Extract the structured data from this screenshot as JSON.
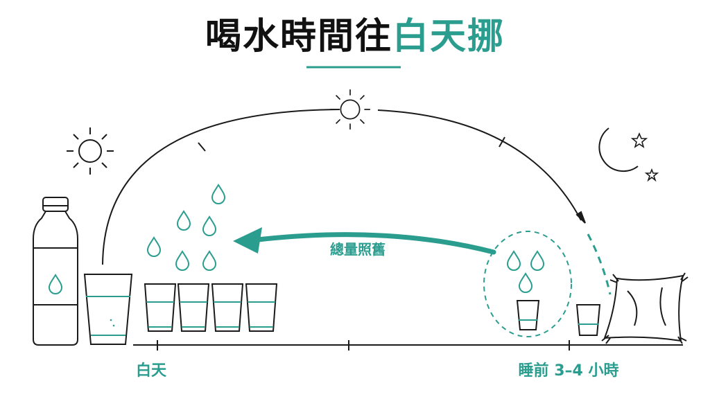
{
  "title": {
    "part_dark": "喝水時間往",
    "part_accent": "白天挪"
  },
  "labels": {
    "total_same": "總量照舊",
    "daytime": "白天",
    "before_sleep": "睡前 3–4 小時"
  },
  "colors": {
    "accent": "#2a9d8f",
    "ink": "#1a1a1a"
  },
  "icons": [
    "sun-icon",
    "moon-icon",
    "star-icon",
    "water-bottle-icon",
    "water-cup-icon",
    "water-drop-icon",
    "pillow-icon",
    "arrow-left-icon"
  ]
}
